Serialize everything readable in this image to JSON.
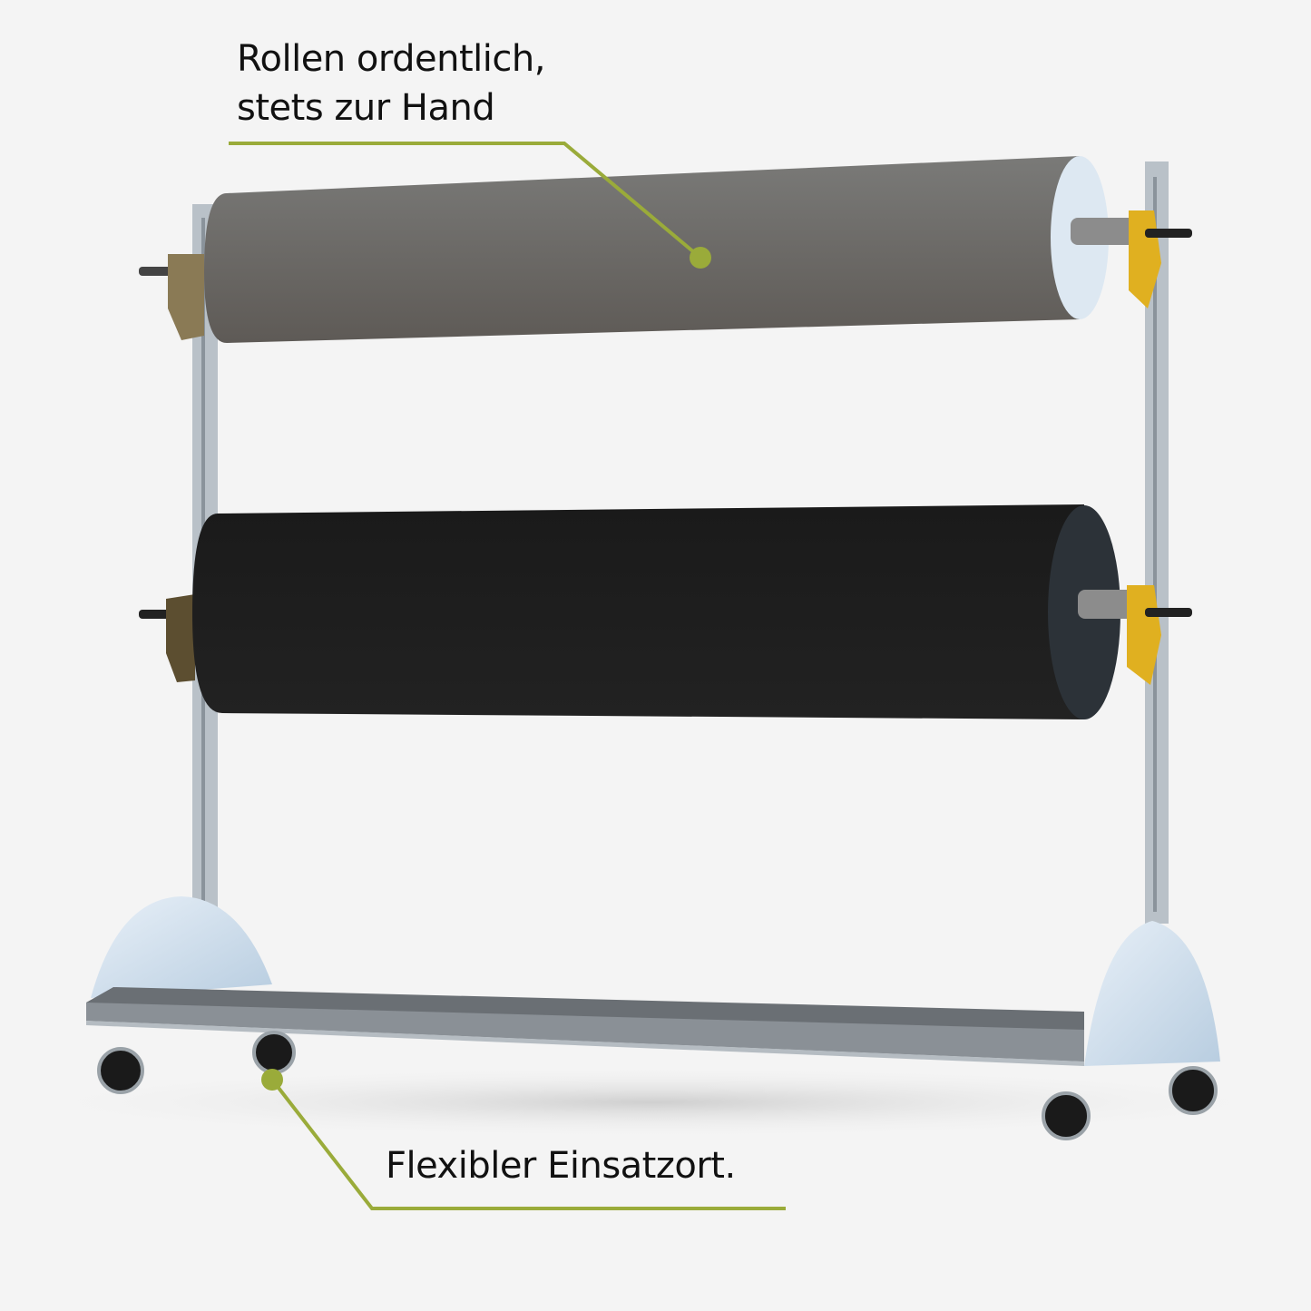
{
  "callouts": {
    "top": {
      "line1": "Rollen ordentlich,",
      "line2": "stets zur Hand"
    },
    "bottom": {
      "text": "Flexibler Einsatzort."
    }
  },
  "colors": {
    "background": "#f4f4f4",
    "callout_line": "#9aab3a",
    "top_roll": "#6f6f6f",
    "bottom_roll": "#1c1c1c",
    "bracket": "#e0b020"
  }
}
